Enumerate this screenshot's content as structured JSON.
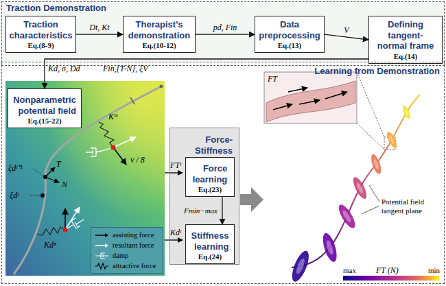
{
  "diagram": {
    "nodes": [
      {
        "text": [
          "Traction Demonstration"
        ]
      },
      {
        "text": [
          "Traction characteristics",
          "Eq.(8-9)"
        ],
        "in": 0
      },
      {
        "text": [
          "Therapist’s demonstration",
          "Eq.(10-12)"
        ],
        "in": 0
      },
      {
        "text": [
          "Data preprocessing",
          "Eq.(13)"
        ],
        "in": 0
      },
      {
        "text": [
          "Defining tangent-normal frame",
          "Eq.(14)"
        ],
        "in": 0
      },
      {
        "text": [
          "Learning from Demonstration"
        ]
      },
      {
        "text": [
          "Nonparametric potential field",
          "Eq.(15-22)"
        ],
        "in": 5
      },
      {
        "text": [
          "Force-Stiffness learning"
        ],
        "in": 5
      },
      {
        "text": [
          "Force learning",
          "Eq.(23)"
        ],
        "in": 7
      },
      {
        "text": [
          "Stiffness learning",
          "Eq.(24)"
        ],
        "in": 7
      }
    ],
    "edges": [
      {
        "from": 1,
        "to": 2,
        "arrow": "to",
        "label": "Dt, Kt"
      },
      {
        "from": 2,
        "to": 3,
        "arrow": "to",
        "label": "pd, Fin"
      },
      {
        "from": 3,
        "to": 4,
        "arrow": "to",
        "label": "V"
      },
      {
        "from": 4,
        "to": 6,
        "arrow": "to"
      },
      {
        "from": 8,
        "to": 9,
        "arrow": "to",
        "label": "Fmin−max"
      }
    ],
    "labels": [
      "Kd, σ, Dd",
      "Fin,{T-N}, ξV",
      "Kᵐ",
      "v / 8",
      "ξdᵗ⁺¹",
      "T",
      "ξdᵗ",
      "N",
      "Kdⁿ",
      "FTᵗ",
      "Kdᵗ",
      "FT",
      "Potential field tangent plane",
      "max",
      "FT (N)",
      "min"
    ],
    "legend": [
      {
        "text": "assisting force"
      },
      {
        "text": "resultant force"
      },
      {
        "text": "damp"
      },
      {
        "text": "attractive force"
      }
    ]
  }
}
